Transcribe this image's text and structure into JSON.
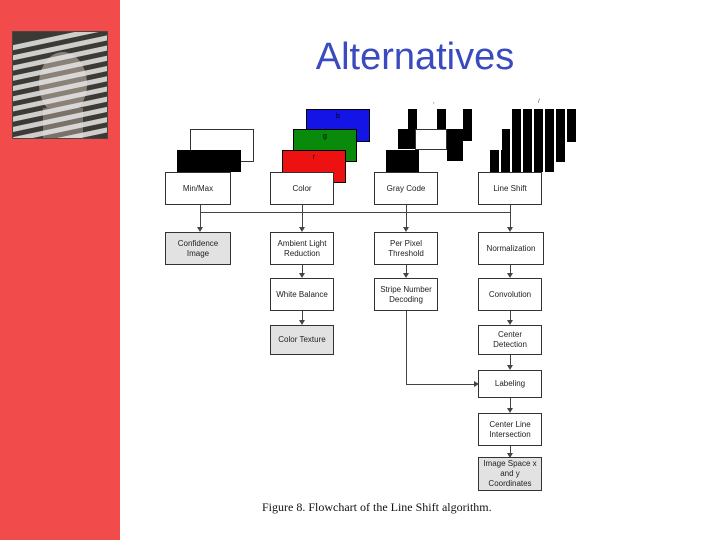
{
  "slide": {
    "title": "Alternatives",
    "caption": "Figure 8. Flowchart of the Line Shift algorithm."
  },
  "colors": {
    "sidebar": "#f24b4b",
    "title": "#3a4abf",
    "channel_blue": "#1414e6",
    "channel_green": "#0a8a0a",
    "channel_red": "#ee1111"
  },
  "flowchart": {
    "inputs": {
      "channel_b": "b",
      "channel_g": "g",
      "channel_r": "r"
    },
    "boxes": {
      "minmax": "Min/Max",
      "color": "Color",
      "gray_code": "Gray Code",
      "line_shift": "Line Shift",
      "confidence_image": "Confidence Image",
      "ambient_light_reduction": "Ambient Light Reduction",
      "per_pixel_threshold": "Per Pixel Threshold",
      "normalization": "Normalization",
      "white_balance": "White Balance",
      "stripe_number_decoding": "Stripe Number Decoding",
      "convolution": "Convolution",
      "color_texture": "Color Texture",
      "center_detection": "Center Detection",
      "labeling": "Labeling",
      "center_line_intersection": "Center Line Intersection",
      "image_space_coordinates": "Image Space x and y Coordinates"
    }
  }
}
